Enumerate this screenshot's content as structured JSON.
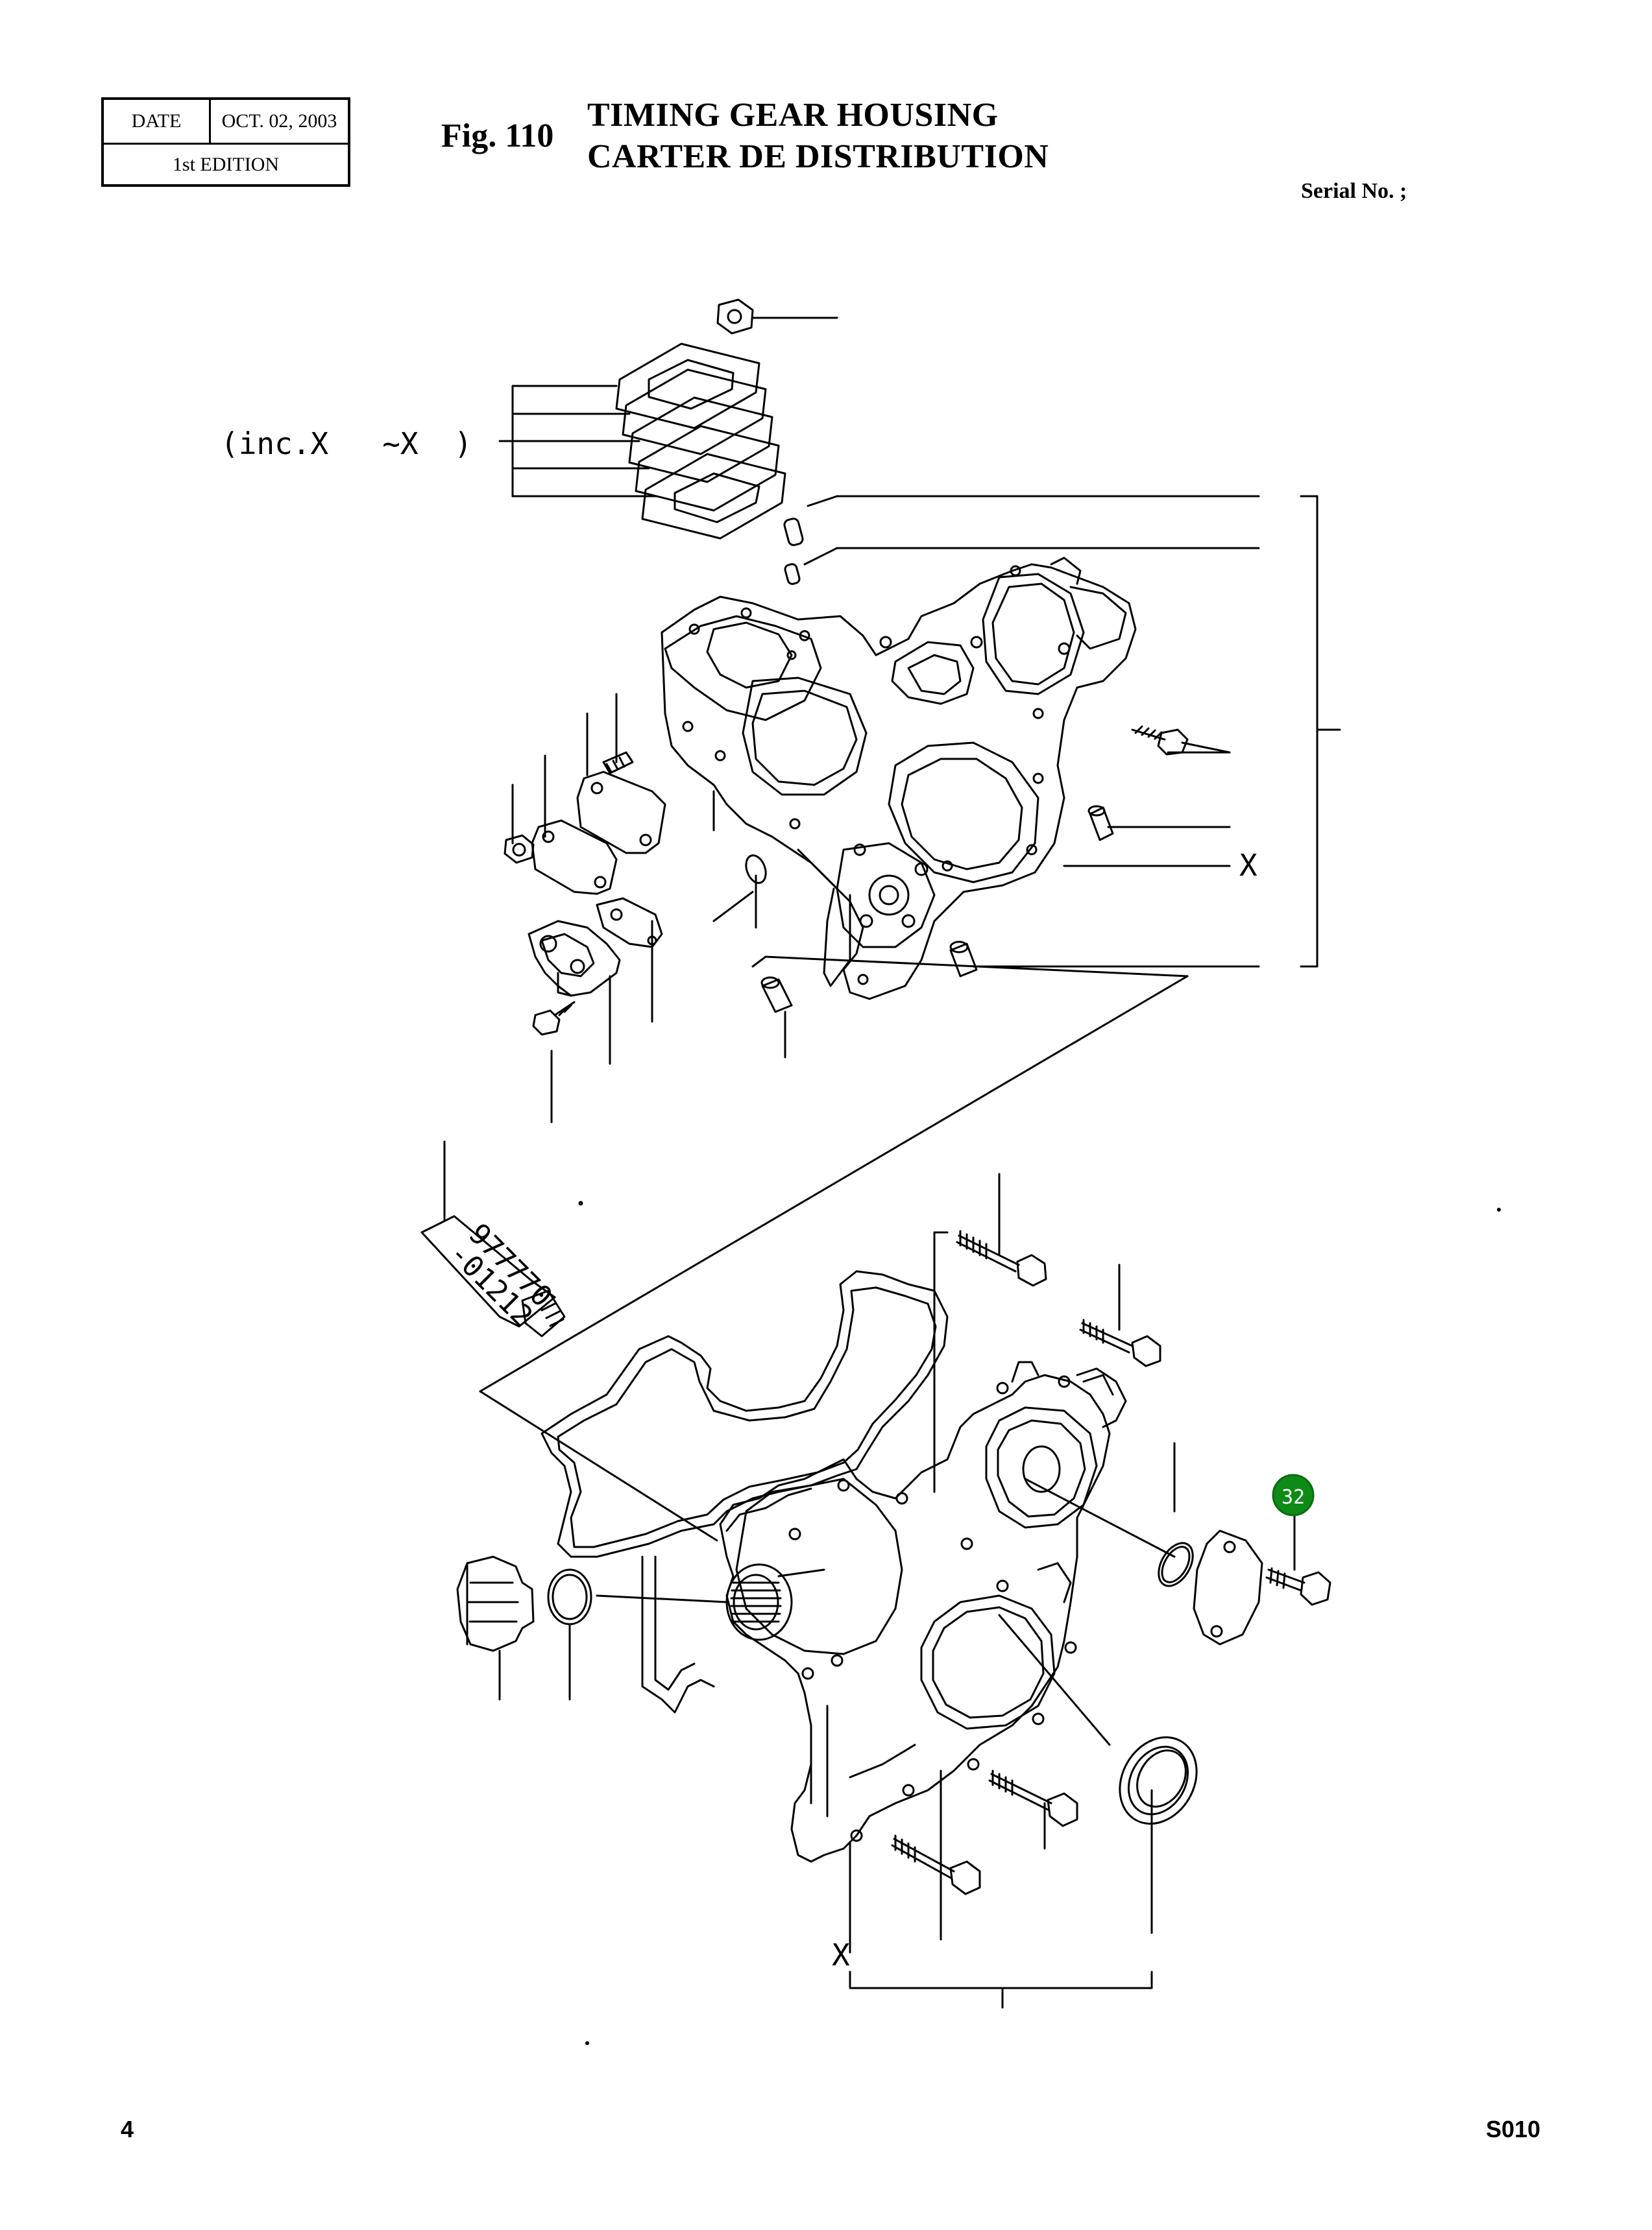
{
  "header": {
    "date_label": "DATE",
    "date_value": "OCT. 02, 2003",
    "edition": "1st EDITION",
    "fig": "Fig. 110",
    "title_en": "TIMING GEAR HOUSING",
    "title_fr": "CARTER DE DISTRIBUTION",
    "serial": "Serial No. ;"
  },
  "diagram": {
    "inc_note": "(inc.X   ~X  )",
    "marker_x_upper": "X",
    "marker_x_lower": "X",
    "tube_text_1": "977770",
    "tube_text_2": "-01212",
    "callout": {
      "label": "32",
      "color": "#0e8a16"
    }
  },
  "footer": {
    "page": "4",
    "code": "S010"
  }
}
